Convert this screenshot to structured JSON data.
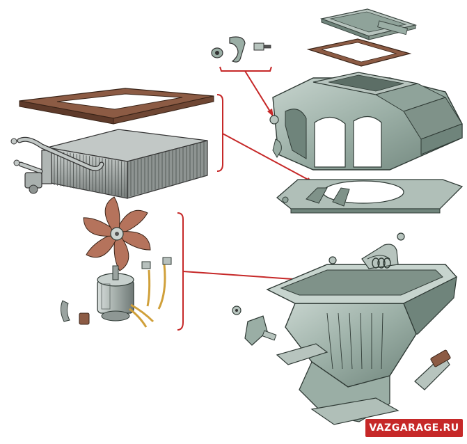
{
  "watermark": {
    "text": "VAZGARAGE.RU"
  },
  "colors": {
    "housing": "#9aaea5",
    "housing_dark": "#6f847b",
    "housing_light": "#c7d4ce",
    "gasket": "#8c5b44",
    "gasket_dark": "#5e3a2a",
    "radiator": "#a6acaa",
    "radiator_dark": "#6c7270",
    "bracket": "#c62828",
    "fan": "#b5735c",
    "wire": "#d0a03a",
    "watermark_bg": "#c62828"
  },
  "parts": [
    "top-cover",
    "top-gasket",
    "clip-set",
    "upper-housing",
    "radiator-gasket",
    "heater-radiator",
    "base-plate",
    "fan-impeller",
    "fan-motor",
    "lower-housing",
    "damper-lever",
    "fastener-set"
  ]
}
